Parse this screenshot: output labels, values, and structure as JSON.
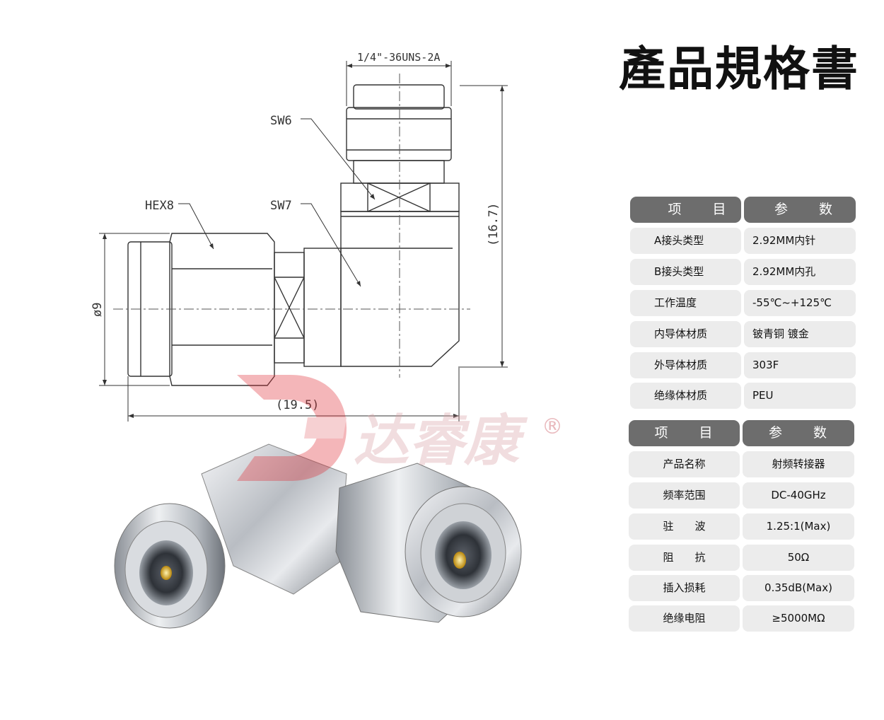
{
  "title": "產品規格書",
  "drawing": {
    "thread": "1/4\"-36UNS-2A",
    "sw6": "SW6",
    "sw7": "SW7",
    "hex8": "HEX8",
    "diameter": "ø9",
    "width": "(19.5)",
    "height": "(16.7)"
  },
  "watermark": {
    "brand": "达睿康",
    "registered": "®"
  },
  "table1": {
    "header": [
      "项　　目",
      "参　　数"
    ],
    "rows": [
      [
        "A接头类型",
        "2.92MM内针"
      ],
      [
        "B接头类型",
        "2.92MM内孔"
      ],
      [
        "工作温度",
        "-55℃~+125℃"
      ],
      [
        "内导体材质",
        "铍青铜 镀金"
      ],
      [
        "外导体材质",
        "303F"
      ],
      [
        "绝缘体材质",
        "PEU"
      ]
    ]
  },
  "table2": {
    "header": [
      "项　　目",
      "参　　数"
    ],
    "rows": [
      [
        "产品名称",
        "射频转接器"
      ],
      [
        "频率范围",
        "DC-40GHz"
      ],
      [
        "驻　　波",
        "1.25:1(Max)"
      ],
      [
        "阻　　抗",
        "50Ω"
      ],
      [
        "插入损耗",
        "0.35dB(Max)"
      ],
      [
        "绝缘电阻",
        "≥5000MΩ"
      ]
    ]
  }
}
